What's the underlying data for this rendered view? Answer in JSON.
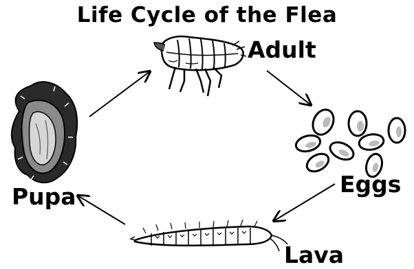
{
  "title": "Life Cycle of the Flea",
  "stages": {
    "adult": "Adult",
    "eggs": "Eggs",
    "larva": "Lava",
    "pupa": "Pupa"
  },
  "icons": {
    "adult": "flea-icon",
    "eggs": "eggs-icon",
    "larva": "larva-icon",
    "pupa": "pupa-icon"
  },
  "colors": {
    "ink": "#000000",
    "background": "#ffffff"
  }
}
